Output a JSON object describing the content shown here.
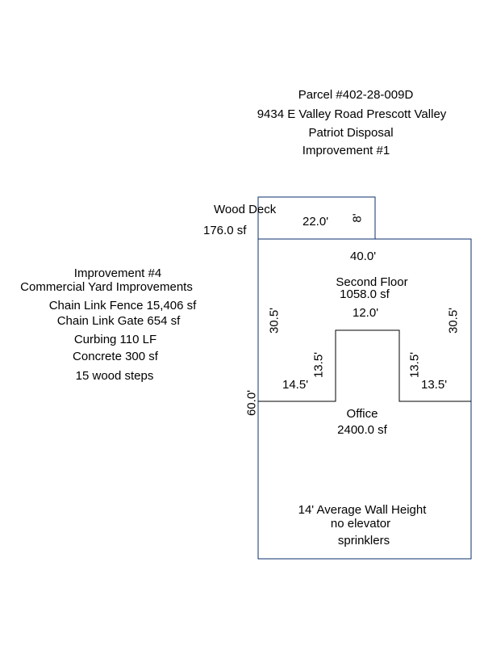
{
  "header": {
    "parcel": "Parcel #402-28-009D",
    "address": "9434 E Valley Road Prescott Valley",
    "owner": "Patriot Disposal",
    "improvement": "Improvement #1"
  },
  "improvement4": {
    "title": "Improvement #4",
    "subtitle": "Commercial Yard Improvements",
    "items": [
      "Chain Link Fence  15,406 sf",
      "Chain Link Gate  654 sf",
      "Curbing  110 LF",
      "Concrete  300 sf",
      "15 wood steps"
    ]
  },
  "deck": {
    "label": "Wood Deck",
    "area": "176.0 sf",
    "width": "22.0'",
    "depth": "8'"
  },
  "second_floor": {
    "top_width": "40.0'",
    "label": "Second Floor",
    "area": "1058.0 sf",
    "notch_width": "12.0'",
    "left_height": "30.5'",
    "right_height": "30.5'",
    "notch_left_height": "13.5'",
    "notch_right_height": "13.5'",
    "left_ledge": "14.5'",
    "right_ledge": "13.5'"
  },
  "office": {
    "label": "Office",
    "area": "2400.0 sf",
    "height": "60.0'"
  },
  "notes": {
    "wall_height": "14' Average Wall Height",
    "elevator": "no elevator",
    "sprinklers": "sprinklers"
  },
  "colors": {
    "outline": "#0b2f6e",
    "text": "#000000"
  }
}
